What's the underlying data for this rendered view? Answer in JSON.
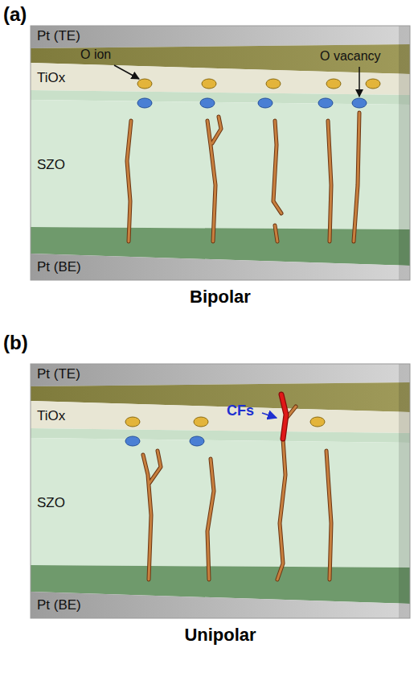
{
  "diagram": {
    "labels": [
      "(a)",
      "Pt (TE)",
      "TiOx",
      "O ion",
      "O vacancy",
      "SZO",
      "Pt (BE)",
      "Bipolar",
      "(b)",
      "Pt (TE)",
      "TiOx",
      "CFs",
      "SZO",
      "Pt (BE)",
      "Unipolar"
    ]
  }
}
